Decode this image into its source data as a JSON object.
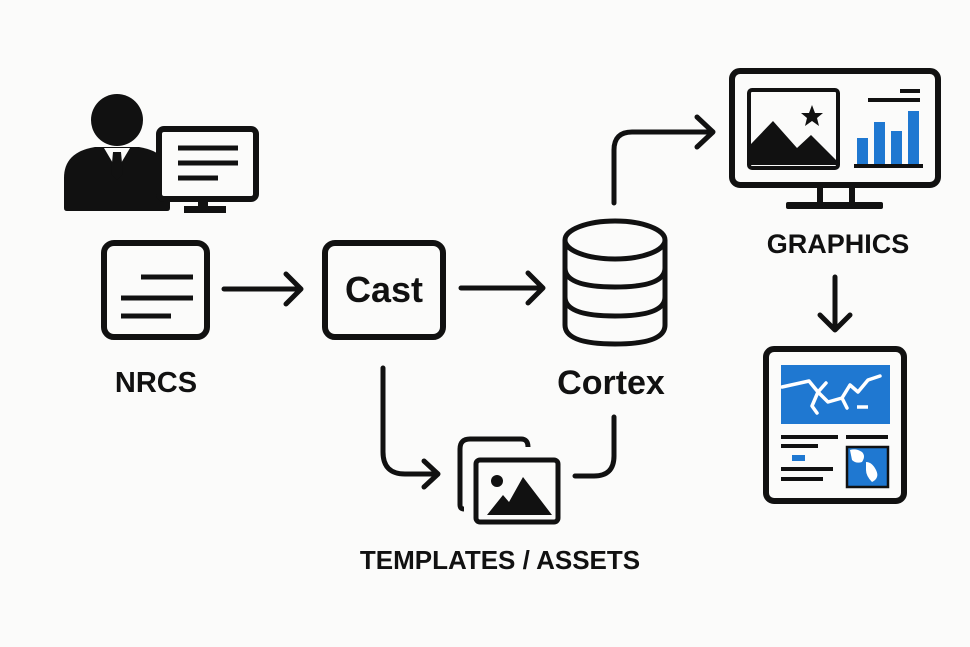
{
  "diagram": {
    "nodes": {
      "user": {
        "label": "",
        "icon": "user-at-workstation-icon"
      },
      "nrcs": {
        "label": "NRCS",
        "icon": "document-lines-icon"
      },
      "cast": {
        "label": "Cast"
      },
      "cortex": {
        "label": "Cortex",
        "icon": "database-icon"
      },
      "templates": {
        "label": "TEMPLATES / ASSETS",
        "icon": "image-stack-icon"
      },
      "graphics": {
        "label": "GRAPHICS",
        "icon": "monitor-graphics-icon"
      },
      "output": {
        "label": "",
        "icon": "map-page-output-icon"
      }
    },
    "edges": [
      {
        "from": "nrcs",
        "to": "cast"
      },
      {
        "from": "cast",
        "to": "cortex"
      },
      {
        "from": "cast",
        "to": "templates"
      },
      {
        "from": "templates",
        "to": "cortex"
      },
      {
        "from": "cortex",
        "to": "graphics"
      },
      {
        "from": "graphics",
        "to": "output"
      }
    ],
    "colors": {
      "ink": "#111111",
      "accent": "#1f78d1",
      "background": "#fbfbfa"
    }
  }
}
